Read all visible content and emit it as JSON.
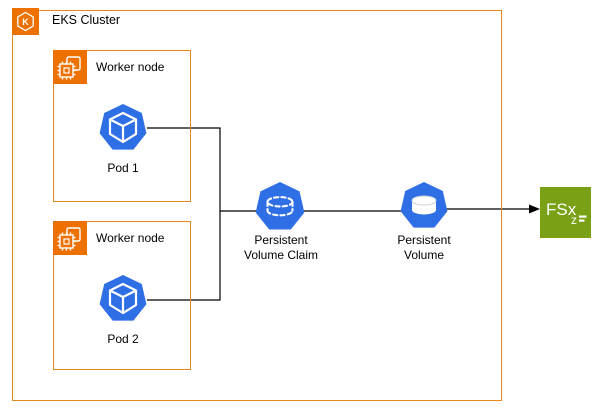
{
  "colors": {
    "aws_orange": "#ED7100",
    "border_orange": "#E8871D",
    "k8s_blue": "#2E6FE5",
    "fsx_green": "#7AA116",
    "line_black": "#000000"
  },
  "eks_cluster": {
    "label": "EKS Cluster",
    "icon_letter": "K"
  },
  "worker_nodes": [
    {
      "label": "Worker node",
      "pod": {
        "label": "Pod 1"
      }
    },
    {
      "label": "Worker node",
      "pod": {
        "label": "Pod 2"
      }
    }
  ],
  "pvc": {
    "label_line1": "Persistent",
    "label_line2": "Volume Claim"
  },
  "pv": {
    "label_line1": "Persistent",
    "label_line2": "Volume"
  },
  "fsx": {
    "label": "FSx",
    "sub_label": "z"
  }
}
